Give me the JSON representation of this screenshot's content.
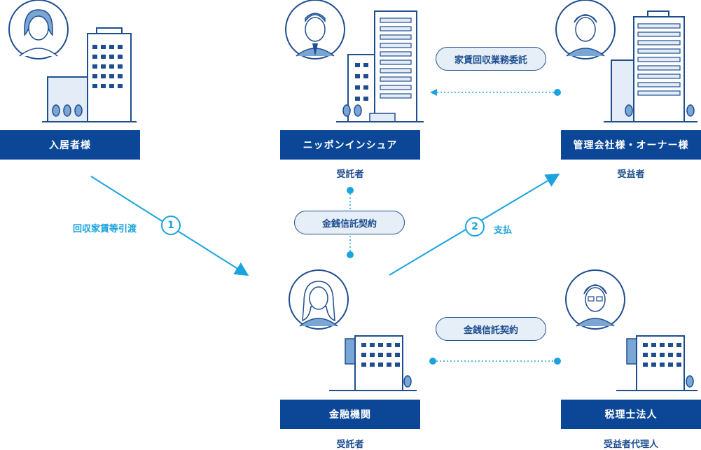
{
  "entities": {
    "tenant": {
      "label": "入居者様"
    },
    "nippon": {
      "label": "ニッポンインシュア",
      "role": "受託者"
    },
    "management": {
      "label": "管理会社様・オーナー様",
      "role": "受益者"
    },
    "bank": {
      "label": "金融機関",
      "role": "受託者"
    },
    "tax": {
      "label": "税理士法人",
      "role": "受益者代理人"
    }
  },
  "contracts": {
    "rent_collection": "家賃回収業務委託",
    "money_trust_top": "金銭信託契約",
    "money_trust_bottom": "金銭信託契約"
  },
  "flows": {
    "step1": {
      "number": "1",
      "label": "回収家賃等引渡"
    },
    "step2": {
      "number": "2",
      "label": "支払"
    }
  },
  "colors": {
    "navy": "#0b4796",
    "outline": "#1f4e8f",
    "cyan": "#1aa3dd",
    "pill_fill": "#e6eef8"
  }
}
